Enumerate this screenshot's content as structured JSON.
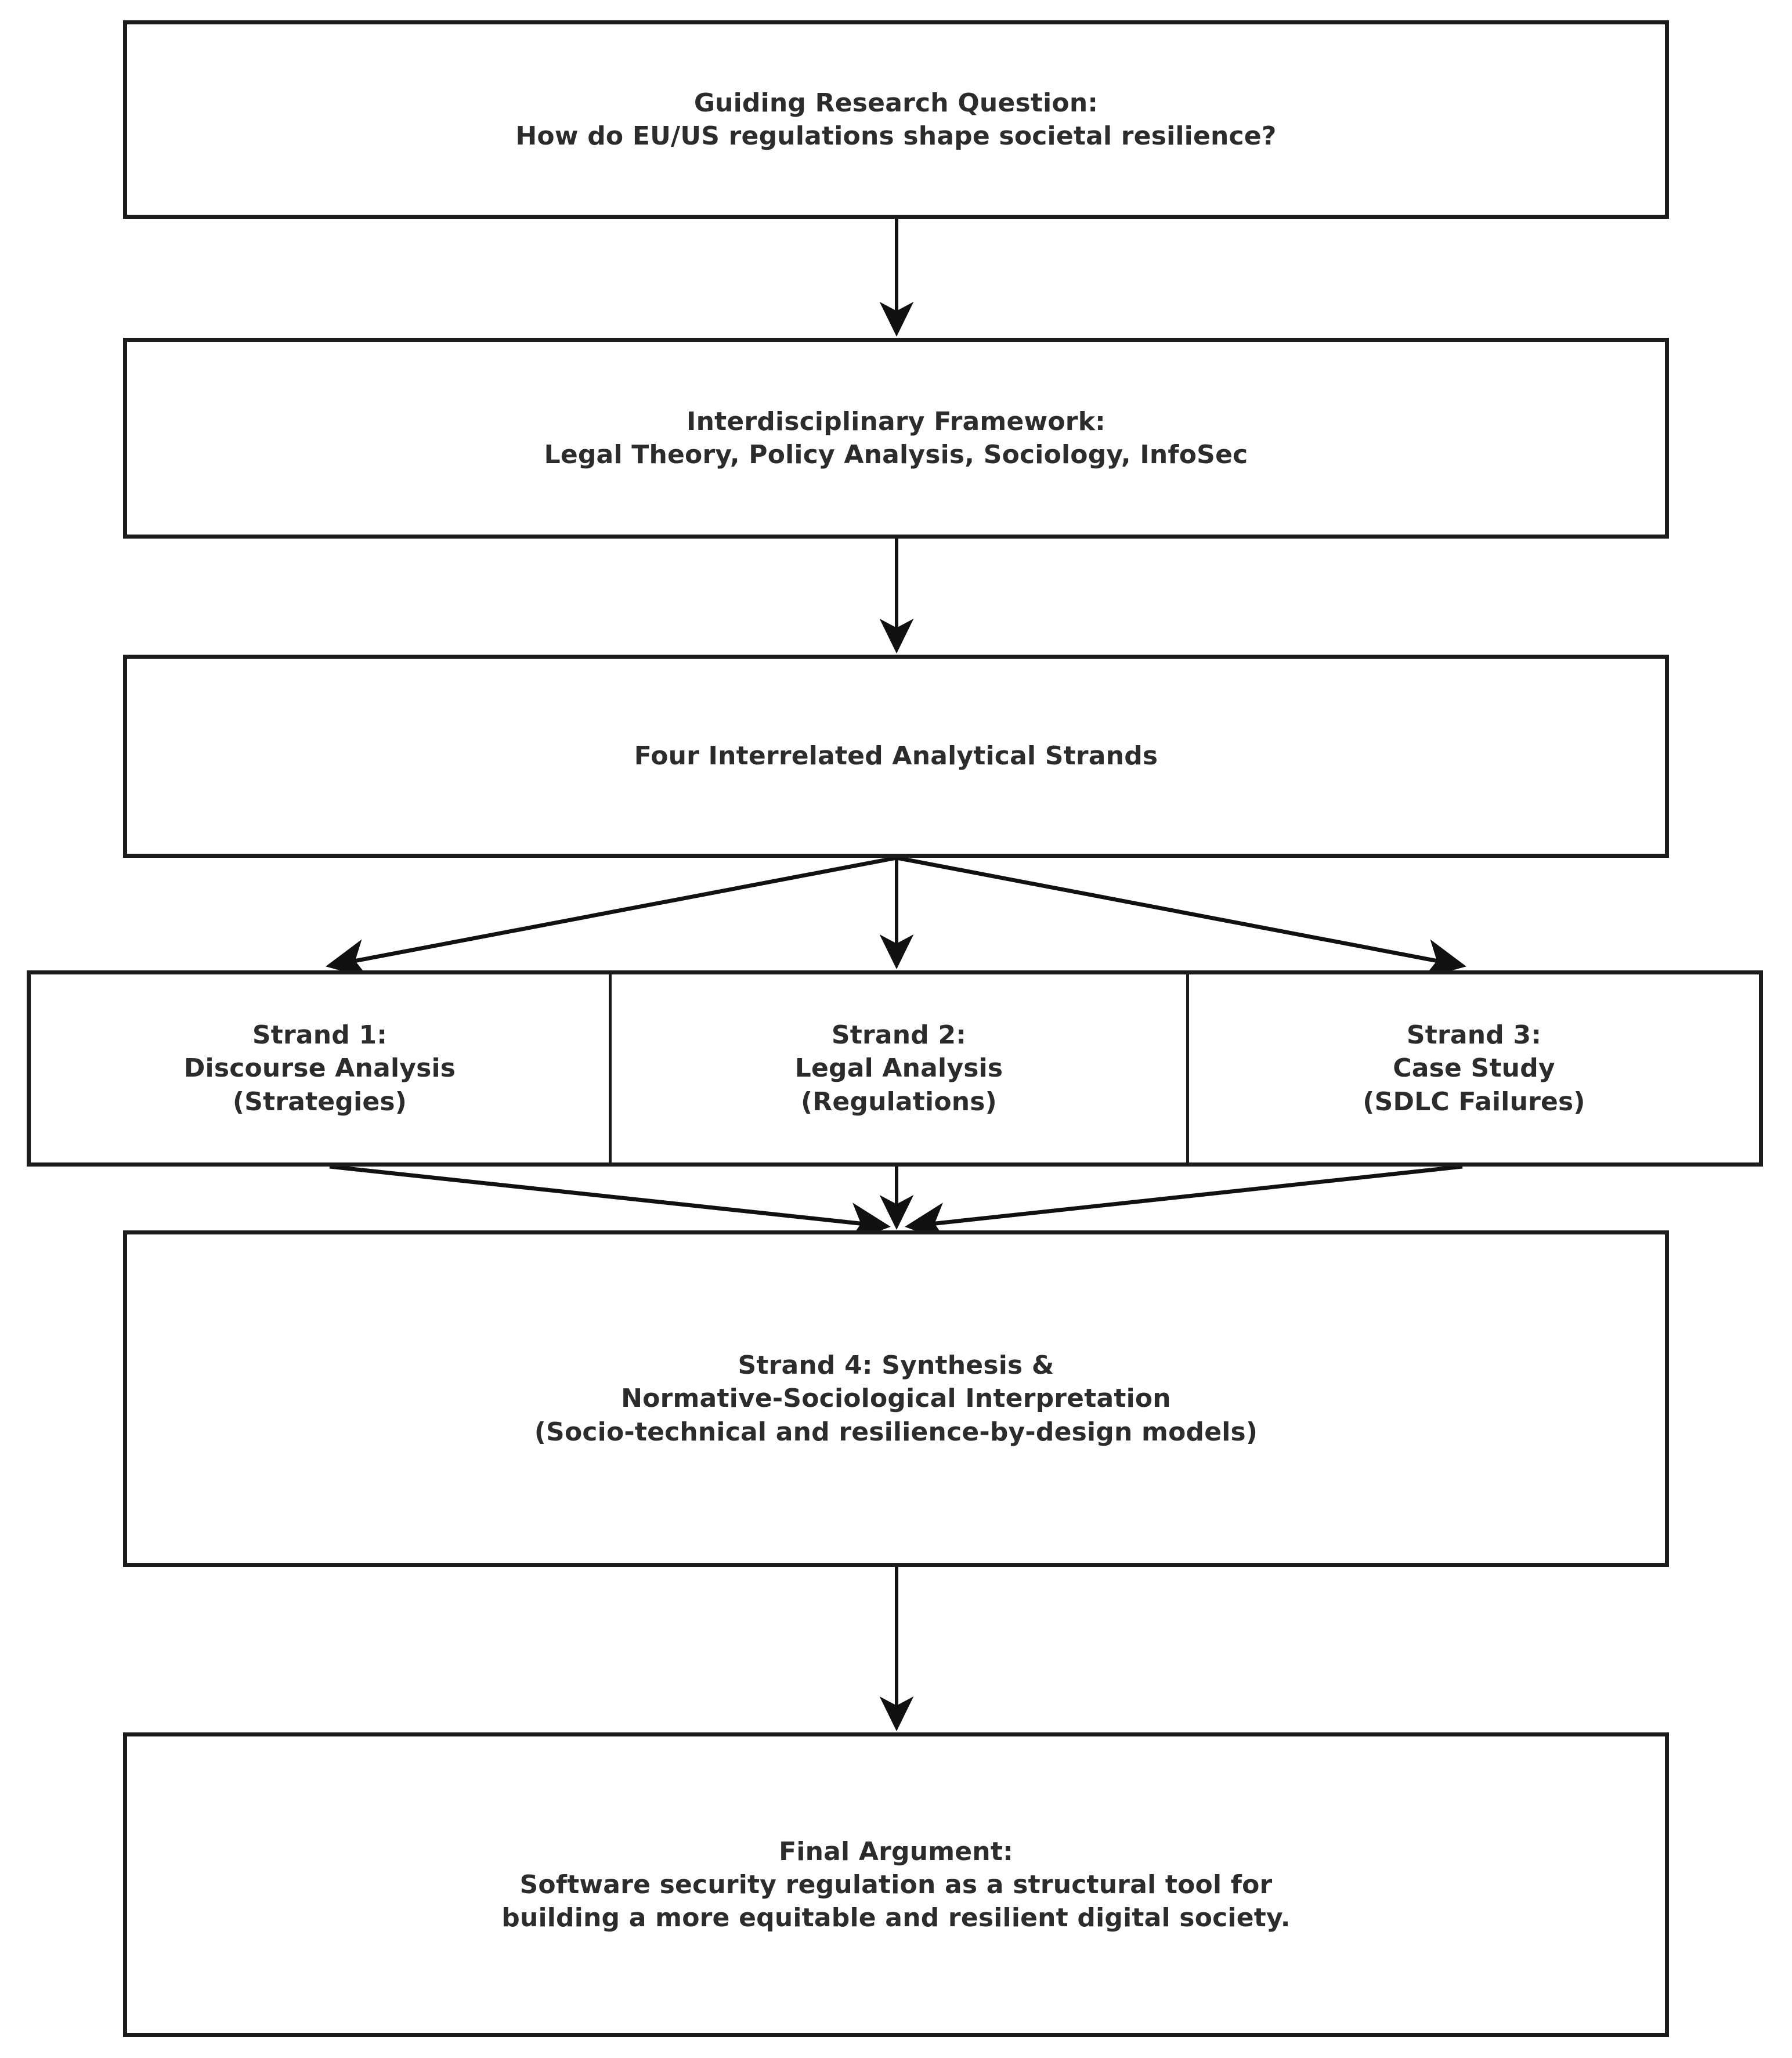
{
  "diagram": {
    "title": "Research design flowchart",
    "background_color": "#ffffff",
    "line_color": "#1c1c1c",
    "text_color": "#2c2c2c",
    "nodes": {
      "question": "Guiding Research Question:\nHow do EU/US regulations shape societal resilience?",
      "framework": "Interdisciplinary Framework:\nLegal Theory, Policy Analysis, Sociology, InfoSec",
      "strands_header": "Four Interrelated Analytical Strands",
      "strand_1": "Strand 1:\nDiscourse Analysis\n(Strategies)",
      "strand_2": "Strand 2:\nLegal Analysis\n(Regulations)",
      "strand_3": "Strand 3:\nCase Study\n(SDLC Failures)",
      "synthesis": "Strand 4: Synthesis &\nNormative-Sociological Interpretation\n(Socio-technical and resilience-by-design models)",
      "final": "Final Argument:\nSoftware security regulation as a structural tool for\nbuilding a more equitable and resilient digital society."
    },
    "edges": [
      {
        "from": "question",
        "to": "framework",
        "style": "straight-arrow-down"
      },
      {
        "from": "framework",
        "to": "strands_header",
        "style": "straight-arrow-down"
      },
      {
        "from": "strands_header",
        "to": "strand_1",
        "style": "diagonal-arrow-left"
      },
      {
        "from": "strands_header",
        "to": "strand_2",
        "style": "straight-arrow-down"
      },
      {
        "from": "strands_header",
        "to": "strand_3",
        "style": "diagonal-arrow-right"
      },
      {
        "from": "strand_1",
        "to": "synthesis",
        "style": "diagonal-arrow-converge"
      },
      {
        "from": "strand_2",
        "to": "synthesis",
        "style": "straight-arrow-down"
      },
      {
        "from": "strand_3",
        "to": "synthesis",
        "style": "diagonal-arrow-converge"
      },
      {
        "from": "synthesis",
        "to": "final",
        "style": "straight-arrow-down"
      }
    ]
  }
}
